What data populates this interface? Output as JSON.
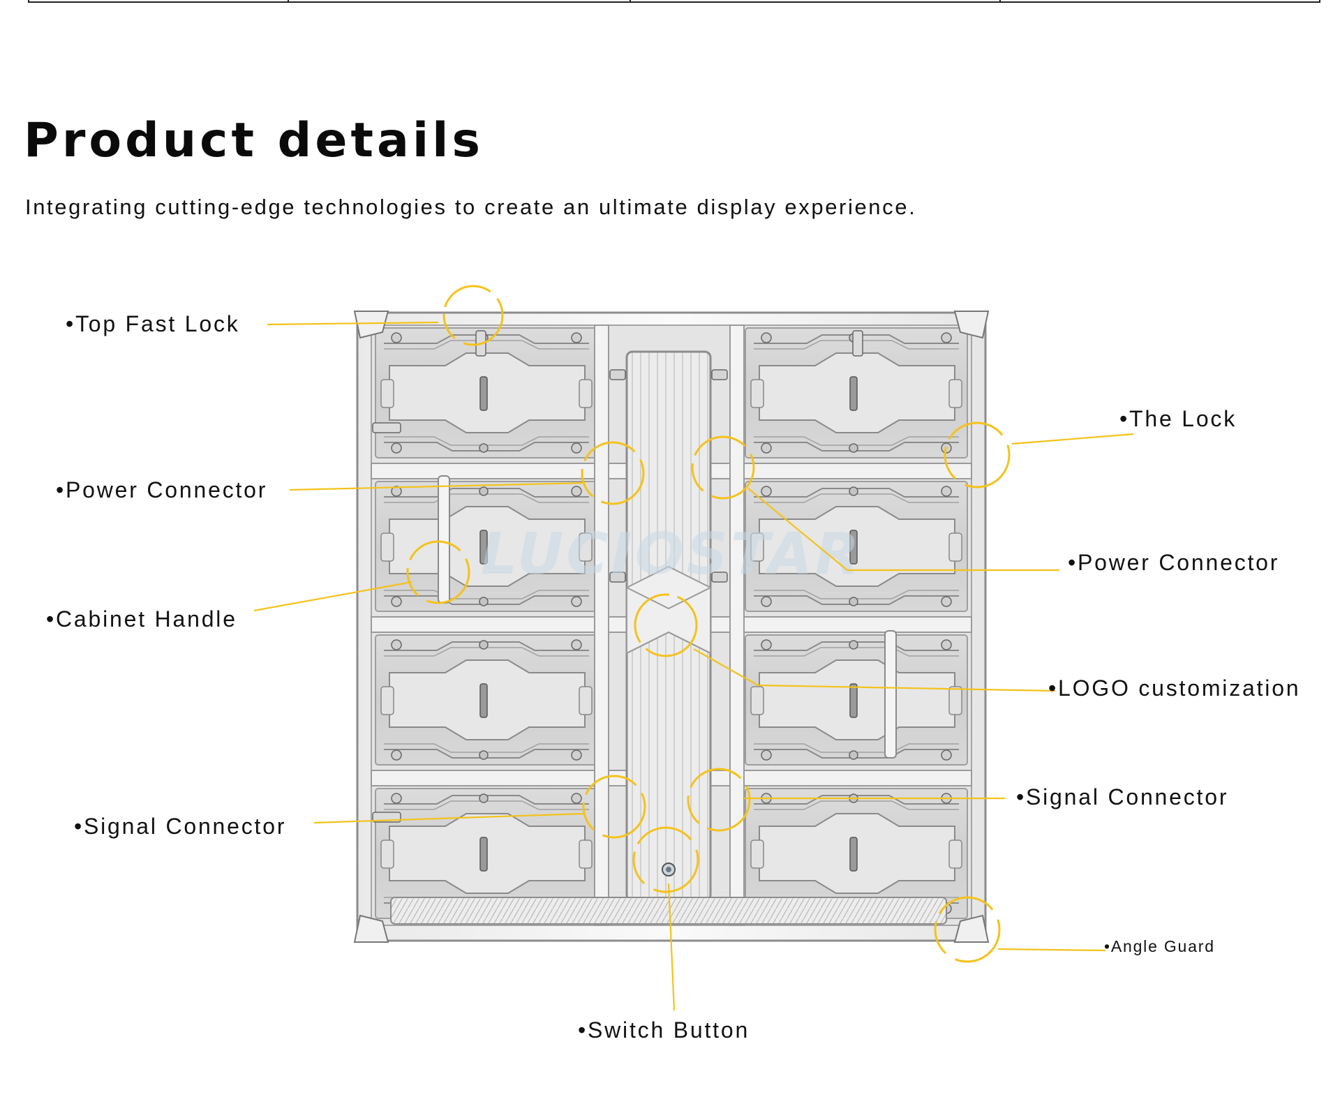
{
  "header": {
    "title": "Product details",
    "subtitle": "Integrating cutting-edge technologies to create an ultimate display experience."
  },
  "diagram": {
    "watermark": "LUCIOSTAR",
    "accent_color": "#f4c21b",
    "callouts": [
      {
        "id": "top-fast-lock",
        "label": "•Top Fast Lock"
      },
      {
        "id": "the-lock",
        "label": "•The Lock"
      },
      {
        "id": "power-connector-left",
        "label": "•Power Connector"
      },
      {
        "id": "power-connector-right",
        "label": "•Power Connector"
      },
      {
        "id": "cabinet-handle",
        "label": "•Cabinet Handle"
      },
      {
        "id": "logo-customization",
        "label": "•LOGO customization"
      },
      {
        "id": "signal-connector-right",
        "label": "•Signal Connector"
      },
      {
        "id": "signal-connector-left",
        "label": "•Signal Connector"
      },
      {
        "id": "angle-guard",
        "label": "•Angle Guard"
      },
      {
        "id": "switch-button",
        "label": "•Switch Button"
      }
    ]
  }
}
